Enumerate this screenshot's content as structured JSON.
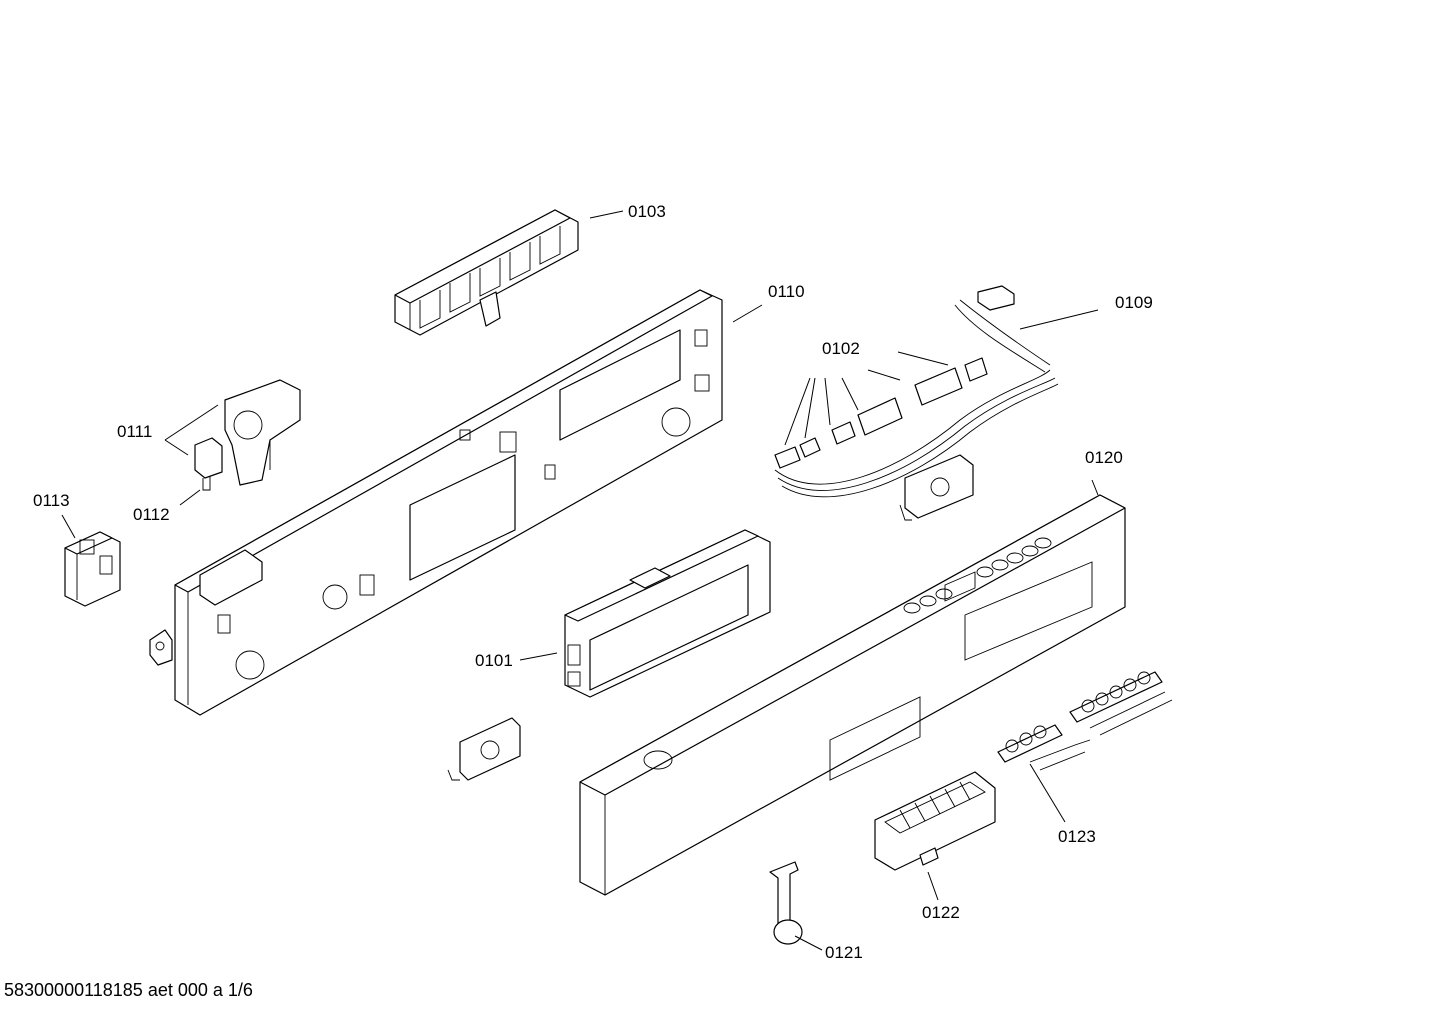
{
  "document_id": "58300000118185 aet 000 a 1/6",
  "parts": [
    {
      "id": "p0101",
      "label": "0101"
    },
    {
      "id": "p0102",
      "label": "0102"
    },
    {
      "id": "p0103",
      "label": "0103"
    },
    {
      "id": "p0109",
      "label": "0109"
    },
    {
      "id": "p0110",
      "label": "0110"
    },
    {
      "id": "p0111",
      "label": "0111"
    },
    {
      "id": "p0112",
      "label": "0112"
    },
    {
      "id": "p0113",
      "label": "0113"
    },
    {
      "id": "p0120",
      "label": "0120"
    },
    {
      "id": "p0121",
      "label": "0121"
    },
    {
      "id": "p0122",
      "label": "0122"
    },
    {
      "id": "p0123",
      "label": "0123"
    }
  ]
}
